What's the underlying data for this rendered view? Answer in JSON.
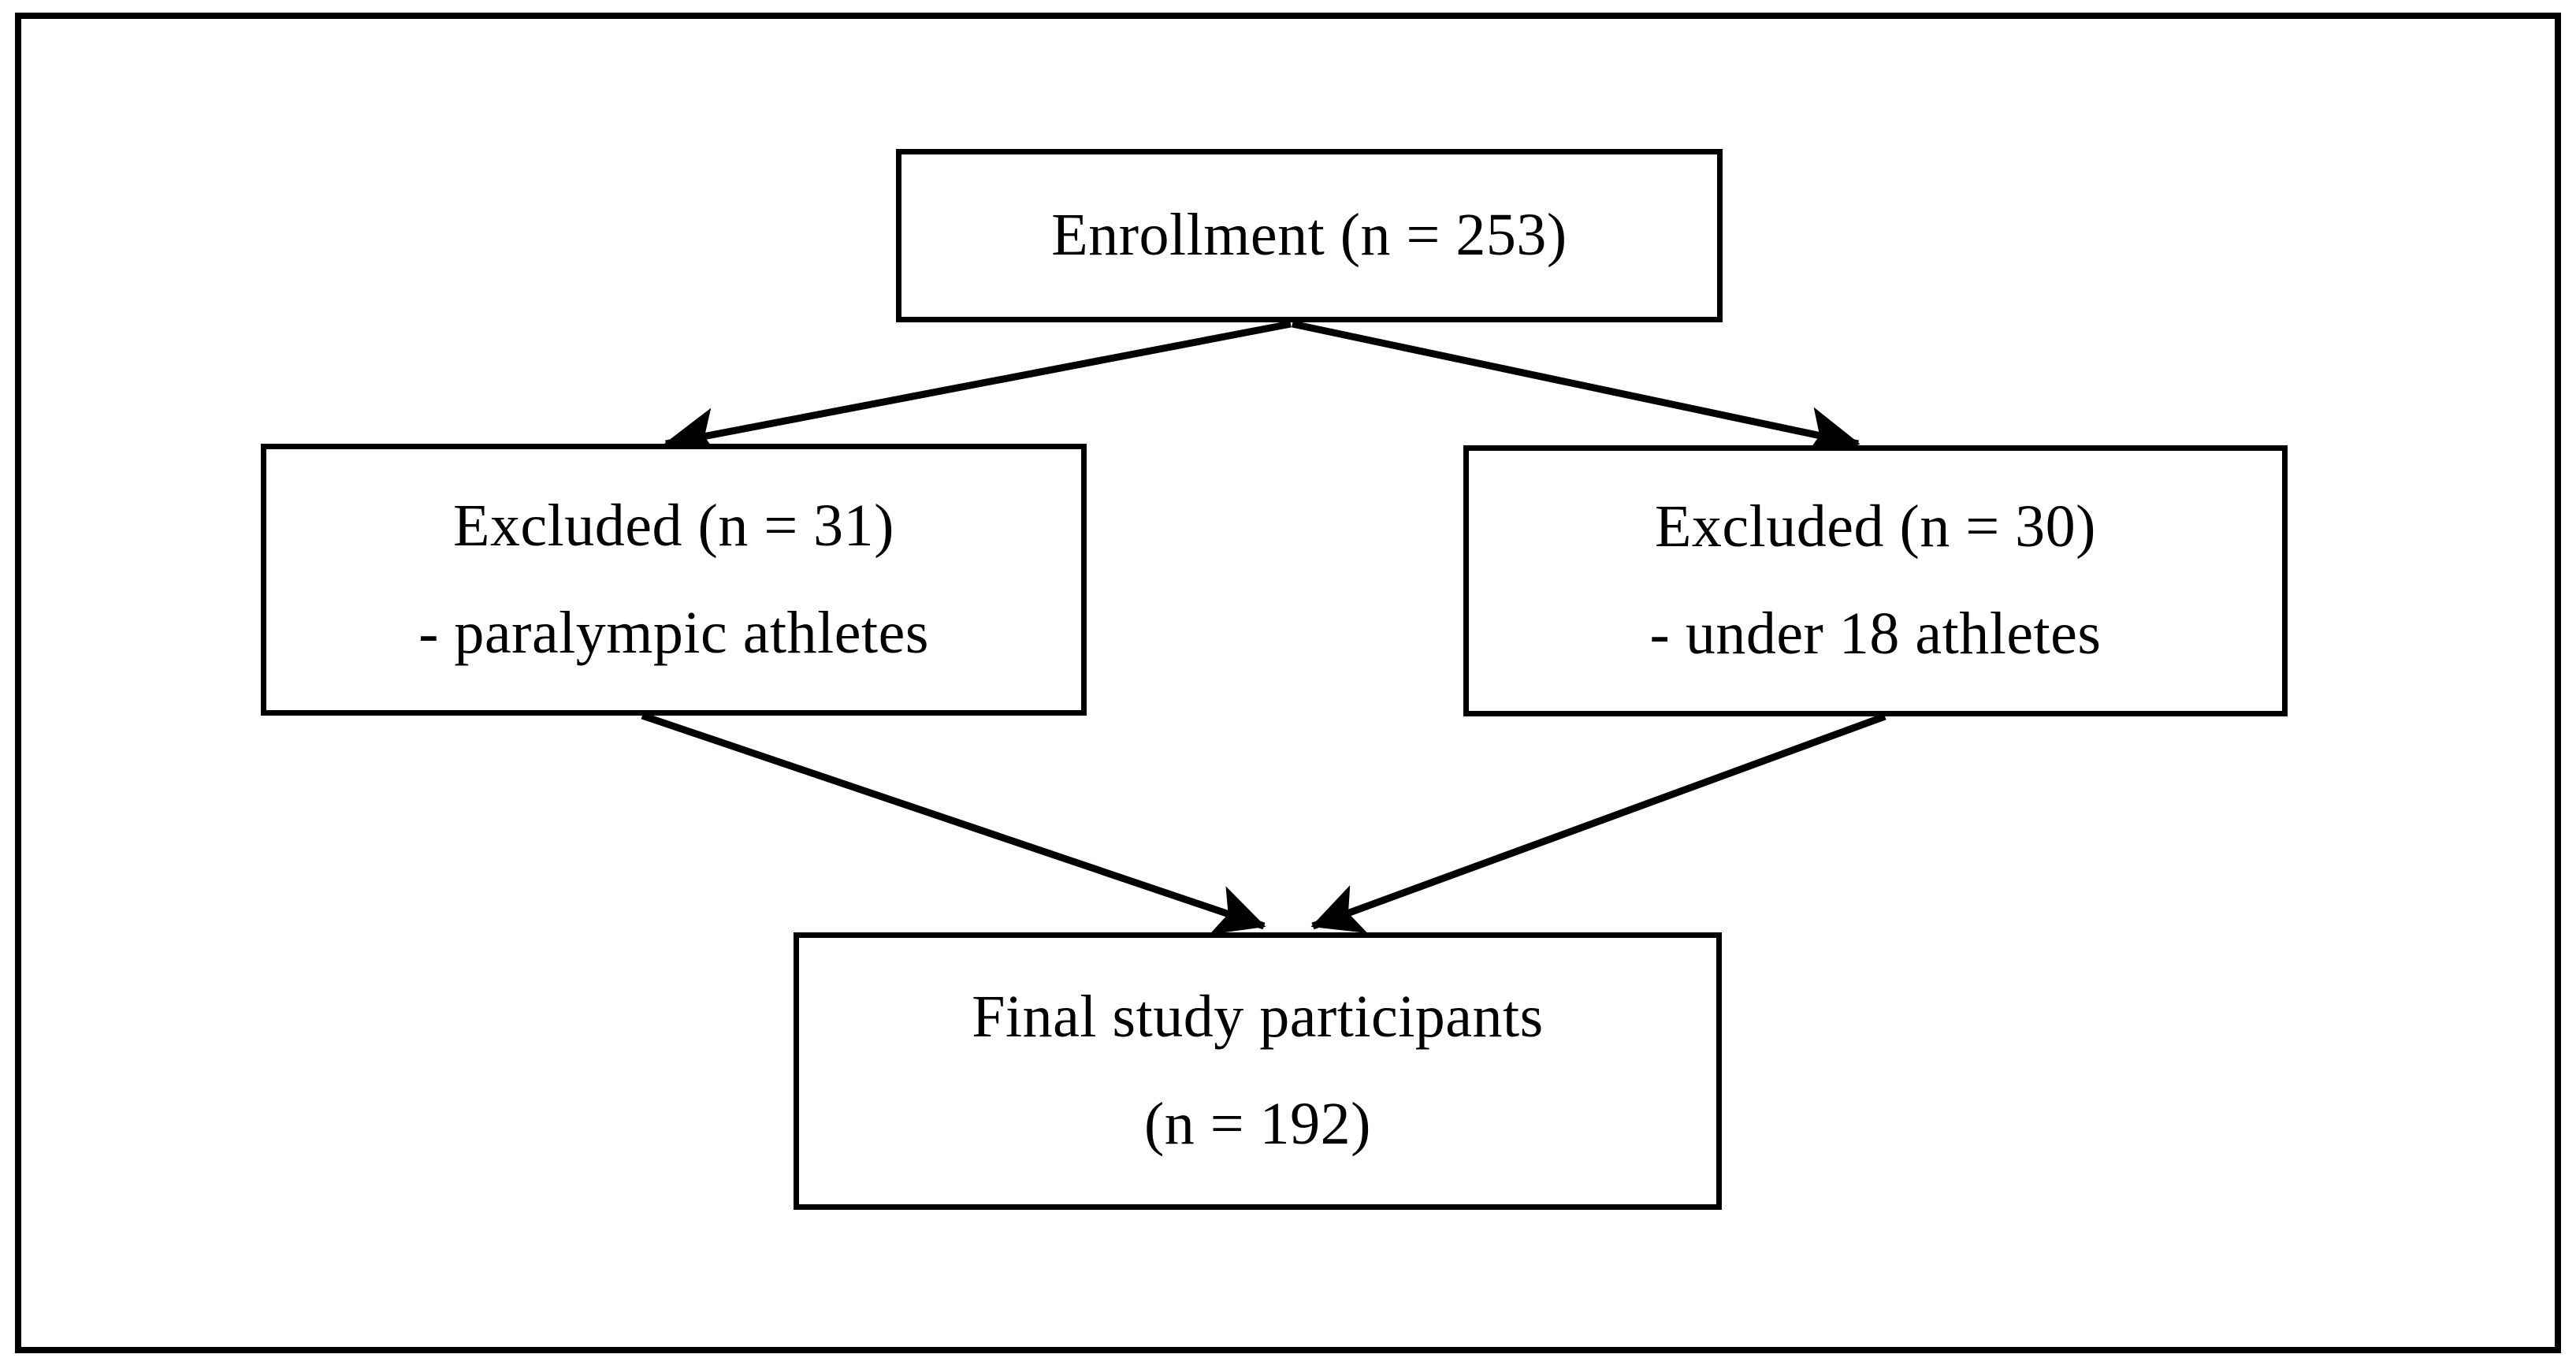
{
  "figure": {
    "type": "participant-flow-diagram",
    "colors": {
      "stroke": "#000000",
      "fill": "#ffffff",
      "text": "#000000"
    },
    "frame": {
      "border_color": "#000000"
    }
  },
  "nodes": {
    "enrollment": {
      "id": "enrollment",
      "lines": [
        "Enrollment (n = 253)"
      ],
      "n": 253
    },
    "excluded_left": {
      "id": "excluded-paralympic",
      "lines": [
        "Excluded (n = 31)",
        "- paralympic athletes"
      ],
      "n": 31,
      "reason": "paralympic athletes"
    },
    "excluded_right": {
      "id": "excluded-under18",
      "lines": [
        "Excluded (n = 30)",
        "- under 18 athletes"
      ],
      "n": 30,
      "reason": "under 18 athletes"
    },
    "final": {
      "id": "final-participants",
      "lines": [
        "Final study participants",
        "(n = 192)"
      ],
      "n": 192
    }
  },
  "edges": [
    {
      "from": "enrollment",
      "to": "excluded_left",
      "arrow": "arrow-enrollment-to-excluded-left"
    },
    {
      "from": "enrollment",
      "to": "excluded_right",
      "arrow": "arrow-enrollment-to-excluded-right"
    },
    {
      "from": "excluded_left",
      "to": "final",
      "arrow": "arrow-excluded-left-to-final"
    },
    {
      "from": "excluded_right",
      "to": "final",
      "arrow": "arrow-excluded-right-to-final"
    }
  ]
}
